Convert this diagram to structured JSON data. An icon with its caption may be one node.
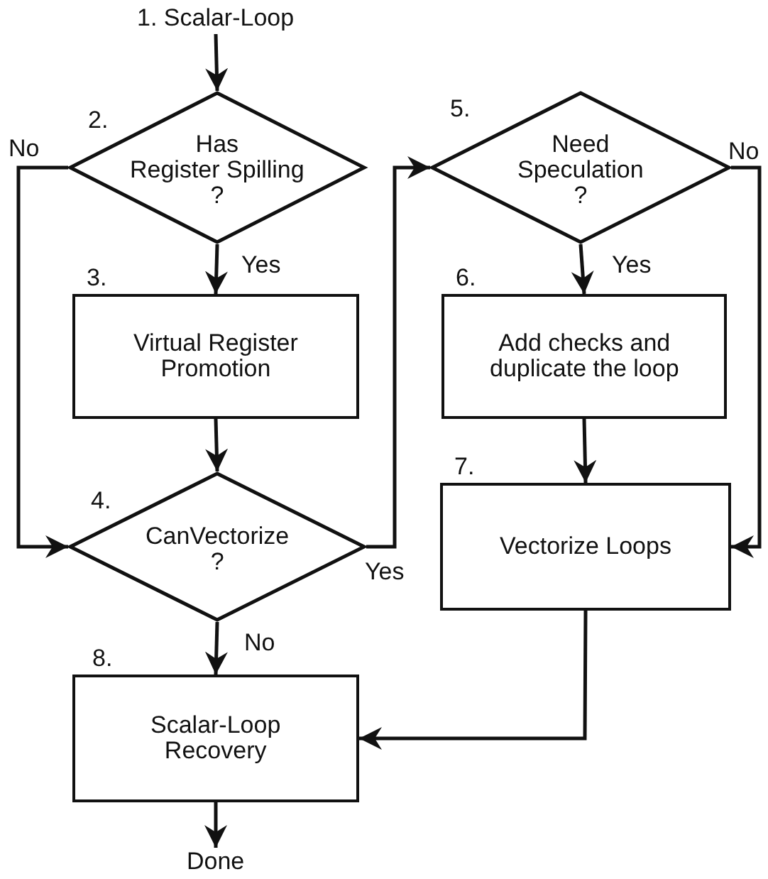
{
  "diagram": {
    "nodes": [
      {
        "text": [
          "1. Scalar-Loop"
        ]
      },
      {
        "text": [
          "2.",
          "Has Register Spilling ?"
        ]
      },
      {
        "text": [
          "3.",
          "Virtual Register Promotion"
        ]
      },
      {
        "text": [
          "4.",
          "CanVectorize ?"
        ]
      },
      {
        "text": [
          "5.",
          "Need Speculation ?"
        ]
      },
      {
        "text": [
          "6.",
          "Add checks and duplicate the loop"
        ]
      },
      {
        "text": [
          "7.",
          "Vectorize Loops"
        ]
      },
      {
        "text": [
          "8.",
          "Scalar-Loop Recovery"
        ]
      },
      {
        "text": [
          "Done"
        ]
      }
    ],
    "edges": [
      {
        "from": 0,
        "to": 1,
        "arrow": "to"
      },
      {
        "from": 1,
        "to": 3,
        "arrow": "to",
        "label": "No"
      },
      {
        "from": 1,
        "to": 2,
        "arrow": "to",
        "label": "Yes"
      },
      {
        "from": 2,
        "to": 3,
        "arrow": "to"
      },
      {
        "from": 3,
        "to": 4,
        "arrow": "to",
        "label": "Yes"
      },
      {
        "from": 3,
        "to": 7,
        "arrow": "to",
        "label": "No"
      },
      {
        "from": 4,
        "to": 6,
        "arrow": "to",
        "label": "No"
      },
      {
        "from": 4,
        "to": 5,
        "arrow": "to",
        "label": "Yes"
      },
      {
        "from": 5,
        "to": 6,
        "arrow": "to"
      },
      {
        "from": 6,
        "to": 7,
        "arrow": "to"
      },
      {
        "from": 7,
        "to": 8,
        "arrow": "to"
      }
    ]
  }
}
